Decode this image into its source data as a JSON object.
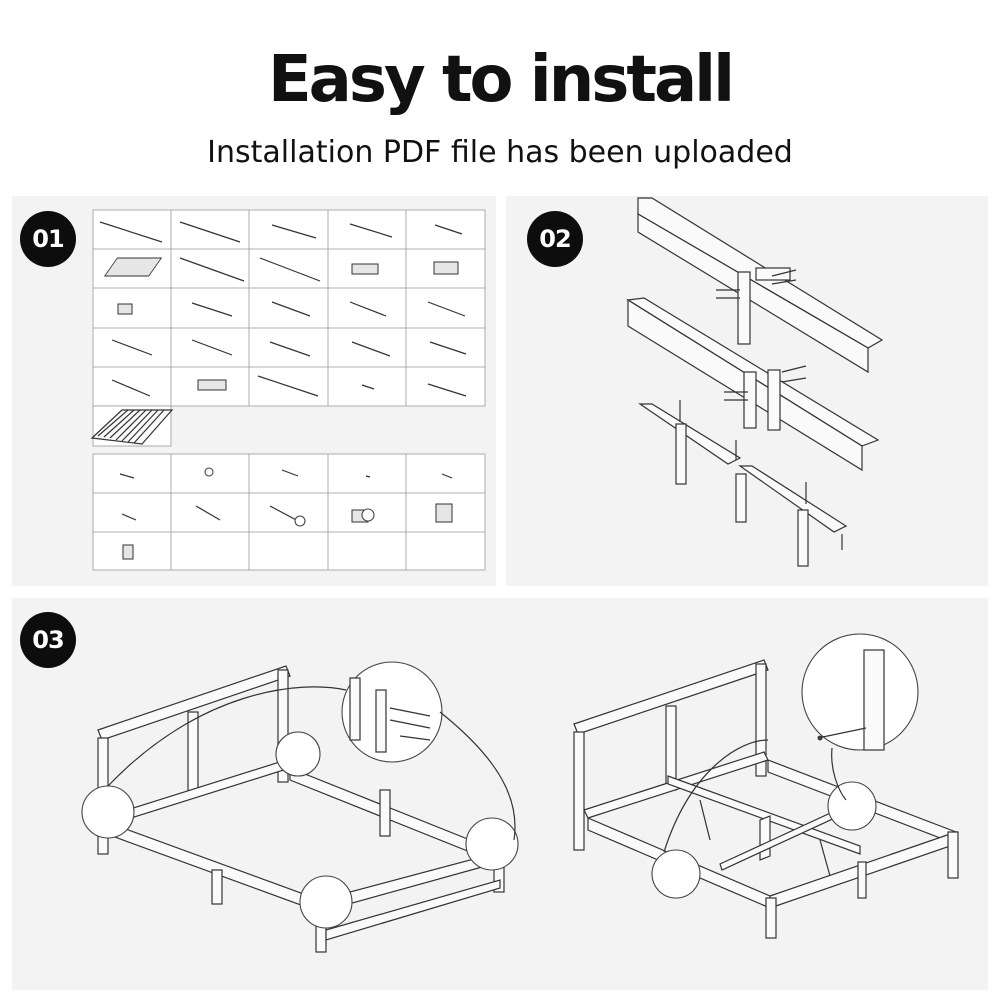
{
  "headline": "Easy to install",
  "subline": "Installation PDF file has been uploaded",
  "steps": [
    {
      "label": "01"
    },
    {
      "label": "02"
    },
    {
      "label": "03"
    }
  ]
}
